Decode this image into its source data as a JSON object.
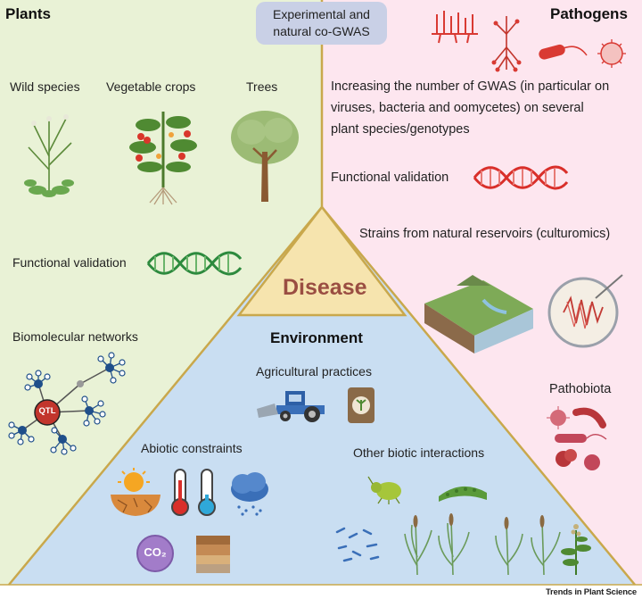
{
  "badge": {
    "line1": "Experimental and",
    "line2": "natural co-GWAS"
  },
  "plants": {
    "title": "Plants",
    "labels": [
      "Wild species",
      "Vegetable crops",
      "Trees"
    ],
    "validation": "Functional validation",
    "networks": "Biomolecular networks",
    "qtl": "QTL"
  },
  "pathogens": {
    "title": "Pathogens",
    "text": [
      "Increasing the number of GWAS (in particular on",
      "viruses, bacteria and oomycetes) on several",
      "plant species/genotypes"
    ],
    "validation": "Functional validation",
    "strains": "Strains from natural reservoirs (culturomics)",
    "pathobiota": "Pathobiota"
  },
  "disease": "Disease",
  "environment": {
    "title": "Environment",
    "agri": "Agricultural practices",
    "abiotic": "Abiotic constraints",
    "biotic": "Other biotic interactions",
    "co2": "CO₂"
  },
  "footer": "Trends in Plant Science",
  "colors": {
    "plants_bg": "#e9f2d6",
    "pathogens_bg": "#fde6ef",
    "env_bg": "#c9def2",
    "border": "#c9a84c",
    "disease_fill": "#f6e4ae"
  }
}
